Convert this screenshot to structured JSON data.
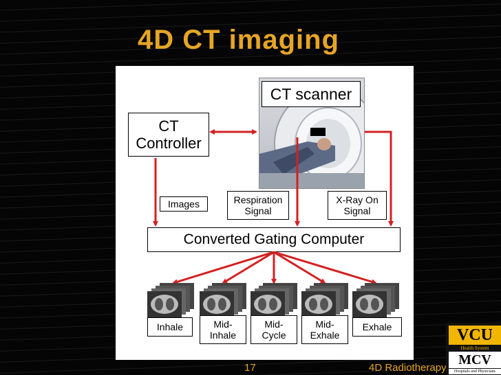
{
  "slide": {
    "title": "4D CT imaging",
    "page_number": "17",
    "footer_text": "4D Radiotherapy"
  },
  "diagram": {
    "scanner_label": "CT scanner",
    "controller_line1": "CT",
    "controller_line2": "Controller",
    "images_label": "Images",
    "respiration_line1": "Respiration",
    "respiration_line2": "Signal",
    "xray_line1": "X-Ray On",
    "xray_line2": "Signal",
    "gating_computer": "Converted Gating Computer",
    "phases": [
      {
        "line1": "Inhale",
        "line2": ""
      },
      {
        "line1": "Mid-",
        "line2": "Inhale"
      },
      {
        "line1": "Mid-",
        "line2": "Cycle"
      },
      {
        "line1": "Mid-",
        "line2": "Exhale"
      },
      {
        "line1": "Exhale",
        "line2": ""
      }
    ],
    "arrow_color": "#d42020"
  },
  "logo": {
    "top_text": "VCU",
    "mid_text": "Health System",
    "bottom_text": "MCV",
    "sub_text": "Hospitals and Physicians"
  }
}
